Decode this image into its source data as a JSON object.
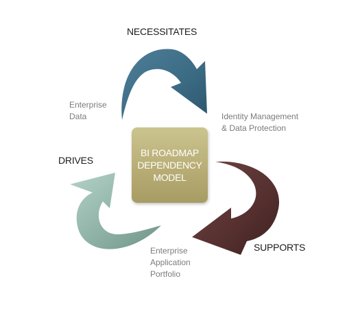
{
  "diagram": {
    "center": {
      "lines": [
        "BI ROADMAP",
        "DEPENDENCY",
        "MODEL"
      ]
    },
    "relations": {
      "necessitates": "NECESSITATES",
      "supports": "SUPPORTS",
      "drives": "DRIVES"
    },
    "nodes": {
      "enterprise_data": [
        "Enterprise",
        "Data"
      ],
      "identity_management": [
        "Identity Management",
        "& Data Protection"
      ],
      "application_portfolio": [
        "Enterprise",
        "Application",
        "Portfolio"
      ]
    },
    "colors": {
      "necessitates_arrow": "#3f6e88",
      "supports_arrow": "#52302f",
      "drives_arrow": "#8fb2a6",
      "center_box": "#b8ad75"
    }
  }
}
